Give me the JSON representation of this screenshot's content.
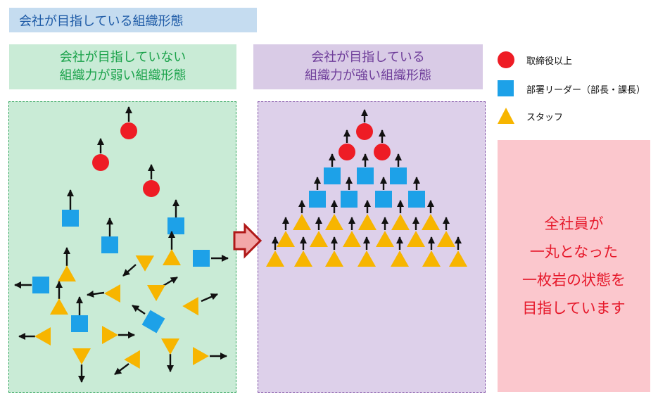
{
  "page_title": "会社が目指している組織形態",
  "left_heading": {
    "line1": "会社が目指していない",
    "line2": "組織力が弱い組織形態"
  },
  "right_heading": {
    "line1": "会社が目指している",
    "line2": "組織力が強い組織形態"
  },
  "legend": {
    "executives": "取締役以上",
    "leaders": "部署リーダー（部長・課長）",
    "staff": "スタッフ"
  },
  "message": [
    "全社員が",
    "一丸となった",
    "一枚岩の状態を",
    "目指しています"
  ],
  "colors": {
    "executive": "#ee1c25",
    "leader": "#1da1e8",
    "staff": "#f7b500",
    "arrow": "#111111",
    "transition_arrow_fill": "#f3a7a8",
    "transition_arrow_stroke": "#b01818"
  },
  "icons": {
    "executive": "red-circle",
    "leader": "blue-square",
    "staff": "yellow-triangle",
    "direction": "black-arrow",
    "transition": "right-block-arrow"
  }
}
